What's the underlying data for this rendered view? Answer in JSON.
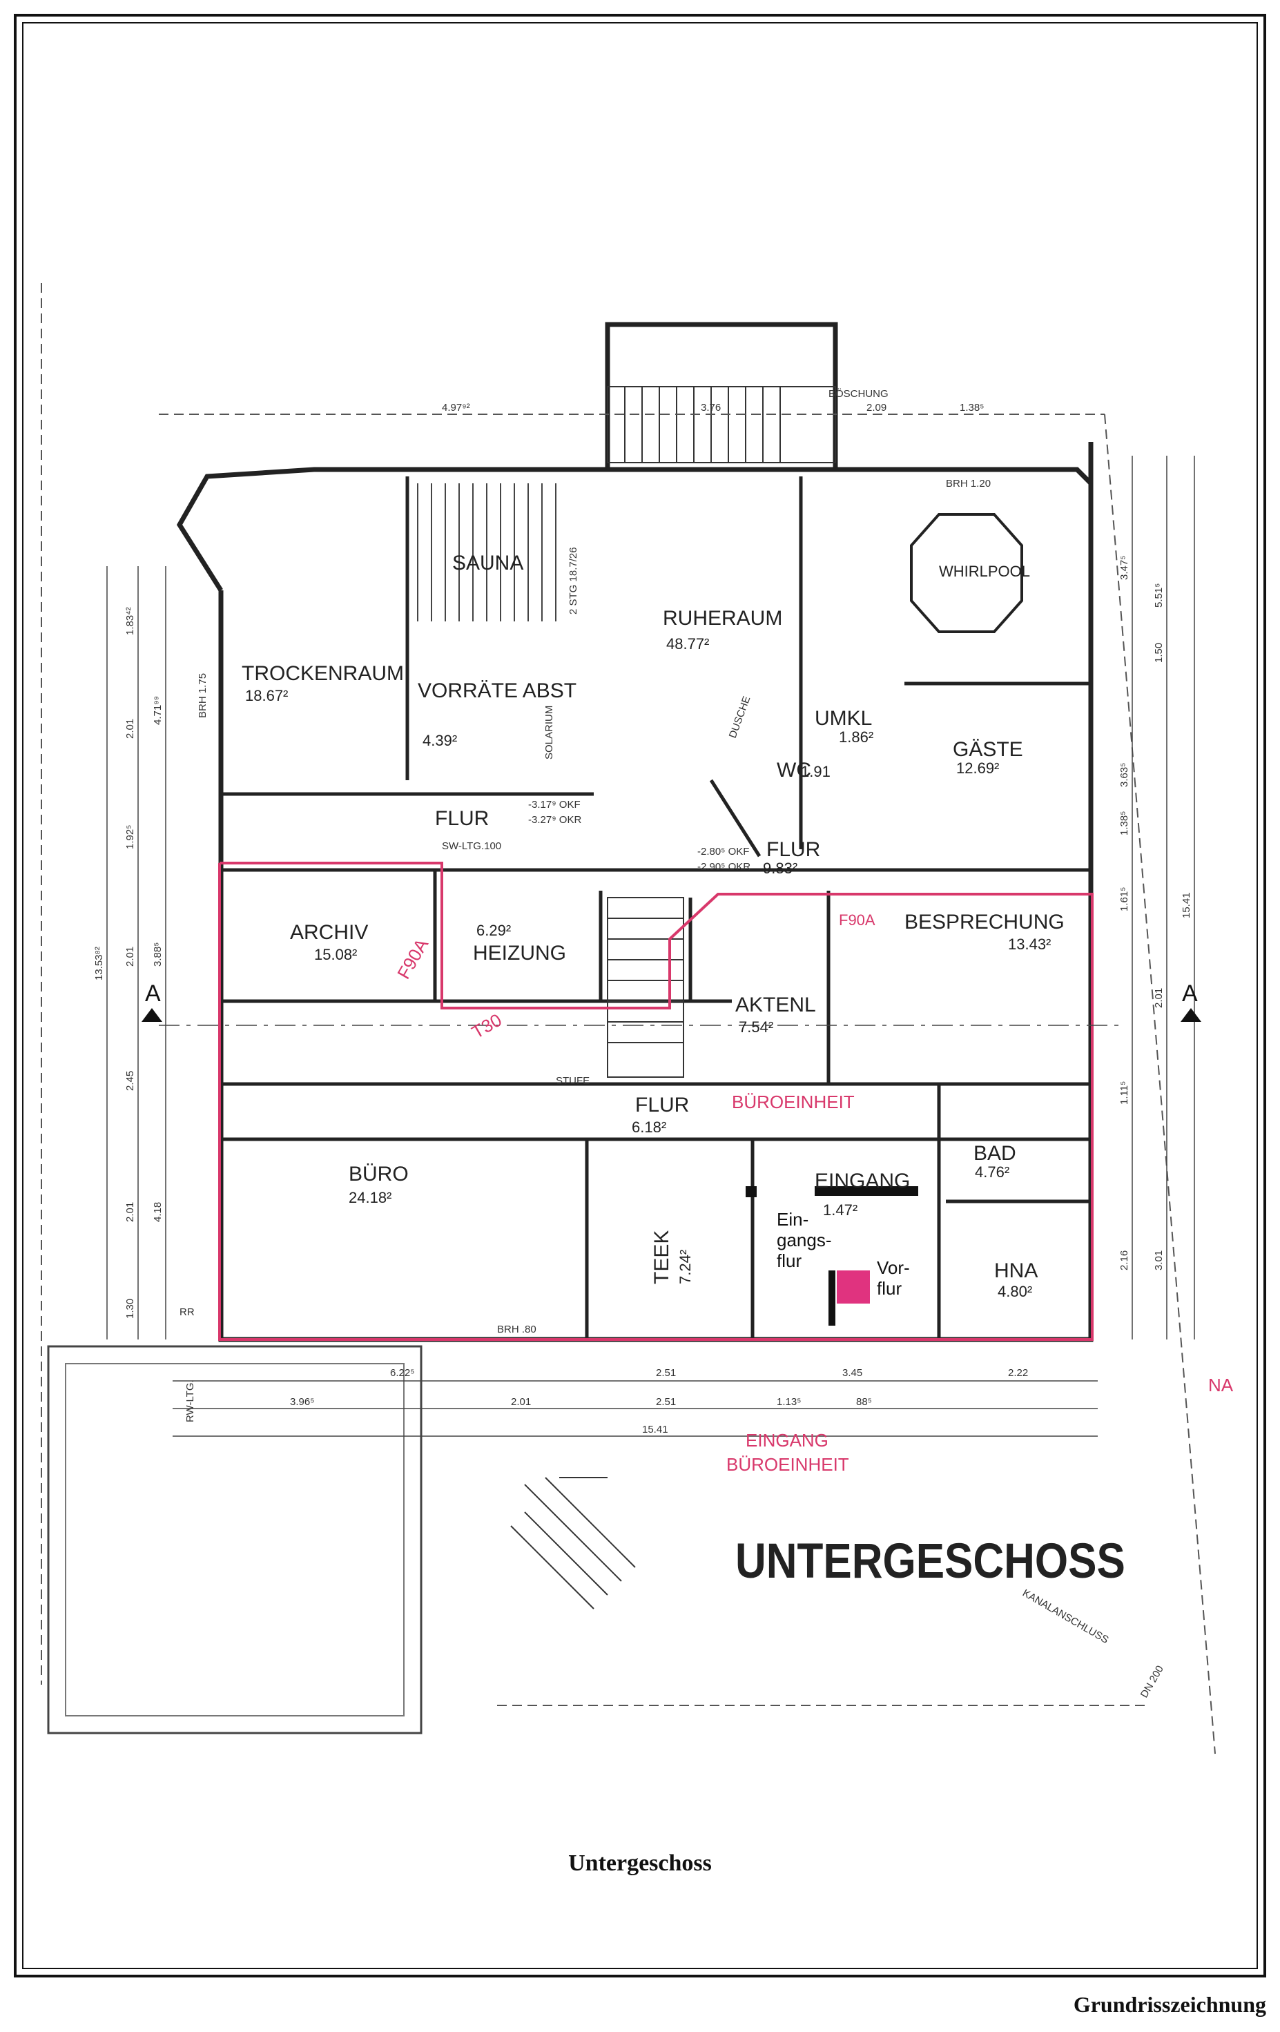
{
  "captions": {
    "section_title": "Untergeschoss",
    "document_title": "Grundrisszeichnung"
  },
  "plan_title": "UNTERGESCHOSS",
  "section_marks": [
    "A",
    "A"
  ],
  "rooms": [
    {
      "id": "sauna",
      "name": "SAUNA",
      "area": ""
    },
    {
      "id": "ruheraum",
      "name": "RUHERAUM",
      "area": "48.77²"
    },
    {
      "id": "whirlpool",
      "name": "WHIRLPOOL",
      "area": ""
    },
    {
      "id": "trockenraum",
      "name": "TROCKENRAUM",
      "area": "18.67²"
    },
    {
      "id": "vorraete",
      "name": "VORRÄTE ABST",
      "area": "4.39²"
    },
    {
      "id": "solarium",
      "name": "SOLARIUM",
      "area": ""
    },
    {
      "id": "umkl",
      "name": "UMKL",
      "area": "1.86²"
    },
    {
      "id": "wc",
      "name": "WC",
      "area": "1.91"
    },
    {
      "id": "dusche",
      "name": "DUSCHE",
      "area": ""
    },
    {
      "id": "gaeste",
      "name": "GÄSTE",
      "area": "12.69²"
    },
    {
      "id": "flur-oben",
      "name": "FLUR",
      "area": ""
    },
    {
      "id": "flur-mitte",
      "name": "FLUR",
      "area": "9.83²"
    },
    {
      "id": "archiv",
      "name": "ARCHIV",
      "area": "15.08²"
    },
    {
      "id": "heizung",
      "name": "HEIZUNG",
      "area": "6.29²"
    },
    {
      "id": "besprechung",
      "name": "BESPRECHUNG",
      "area": "13.43²"
    },
    {
      "id": "aktenl",
      "name": "AKTENL",
      "area": "7.54²"
    },
    {
      "id": "flur-unten",
      "name": "FLUR",
      "area": "6.18²"
    },
    {
      "id": "buero",
      "name": "BÜRO",
      "area": "24.18²"
    },
    {
      "id": "teek",
      "name": "TEEK",
      "area": "7.24²"
    },
    {
      "id": "bad",
      "name": "BAD",
      "area": "4.76²"
    },
    {
      "id": "hna",
      "name": "HNA",
      "area": "4.80²"
    },
    {
      "id": "eingang",
      "name": "EINGANG",
      "area": "1.47²"
    }
  ],
  "overlay_labels": {
    "eingangsflur": "Ein-\ngangs-\nflur",
    "vorflur": "Vor-\nflur"
  },
  "red_annotations": [
    "BÜROEINHEIT",
    "EINGANG",
    "BÜROEINHEIT",
    "F90A",
    "F90A",
    "T30",
    "NA"
  ],
  "misc_labels": [
    "BÖSCHUNG",
    "KANALANSCHLUSS",
    "DN 200",
    "SW-LTG.100",
    "RW-LTG.",
    "RR",
    "BRH 1.20",
    "BRH 1.75",
    "BRH .80",
    "2 STG 18.7/26",
    "STUFE"
  ],
  "level_notes": [
    "-3.17⁹ OKF",
    "-3.27⁹ OKR",
    "-2.80⁵ OKF",
    "-2.90⁵ OKR"
  ],
  "dimensions_bottom": [
    "6.22⁵",
    "2.51",
    "3.45",
    "2.22",
    "3.96⁵",
    "2.01",
    "2.51",
    "1.13⁵",
    "88⁵",
    "15.41"
  ],
  "dimensions_top": [
    "4.97⁹²",
    "3.76",
    "2.09",
    "1.38⁵"
  ],
  "dimensions_left": [
    "1.83⁴²",
    "2.01",
    "4.71⁹⁹",
    "1.92⁵",
    "2.01",
    "3.88⁵",
    "13.53⁸²",
    "2.45",
    "2.01",
    "4.18",
    "1.30"
  ],
  "dimensions_right": [
    "3.47⁵",
    "5.51⁵",
    "1.50",
    "3.63⁵",
    "1.38⁵",
    "1.61⁵",
    "15.41",
    "2.01",
    "1.11⁵",
    "2.16",
    "3.01"
  ],
  "colors": {
    "ink": "#222222",
    "markup_red": "#d8386b",
    "annotation_green": "#2e9a45",
    "paper": "#ffffff"
  }
}
